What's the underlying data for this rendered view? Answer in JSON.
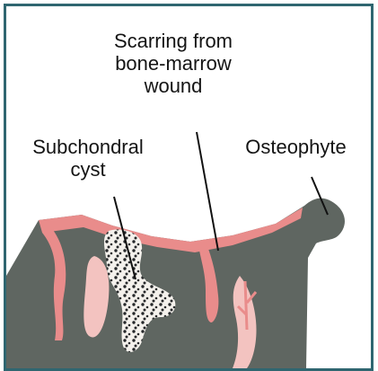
{
  "labels": {
    "scarring_line1": "Scarring from",
    "scarring_line2": "bone-marrow",
    "scarring_line3": "wound",
    "cyst_line1": "Subchondral",
    "cyst_line2": "cyst",
    "osteophyte": "Osteophyte"
  },
  "colors": {
    "frame_border": "#2f6670",
    "bone": "#5f6661",
    "scar": "#e98c8b",
    "scar_light": "#f3c3c0",
    "cyst_fill": "#f4f1ec",
    "cyst_dots": "#26282a",
    "leader_lines": "#111111"
  }
}
